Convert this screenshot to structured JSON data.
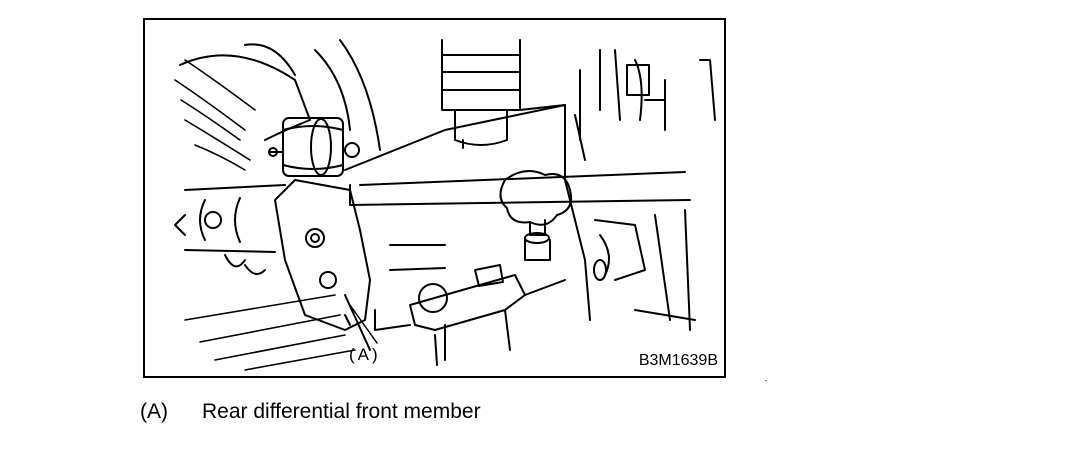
{
  "figure": {
    "callout_label": "(A)",
    "figure_code": "B3M1639B"
  },
  "caption": {
    "ref": "(A)",
    "text": "Rear differential front member"
  },
  "colors": {
    "line": "#000000",
    "background": "#ffffff"
  }
}
